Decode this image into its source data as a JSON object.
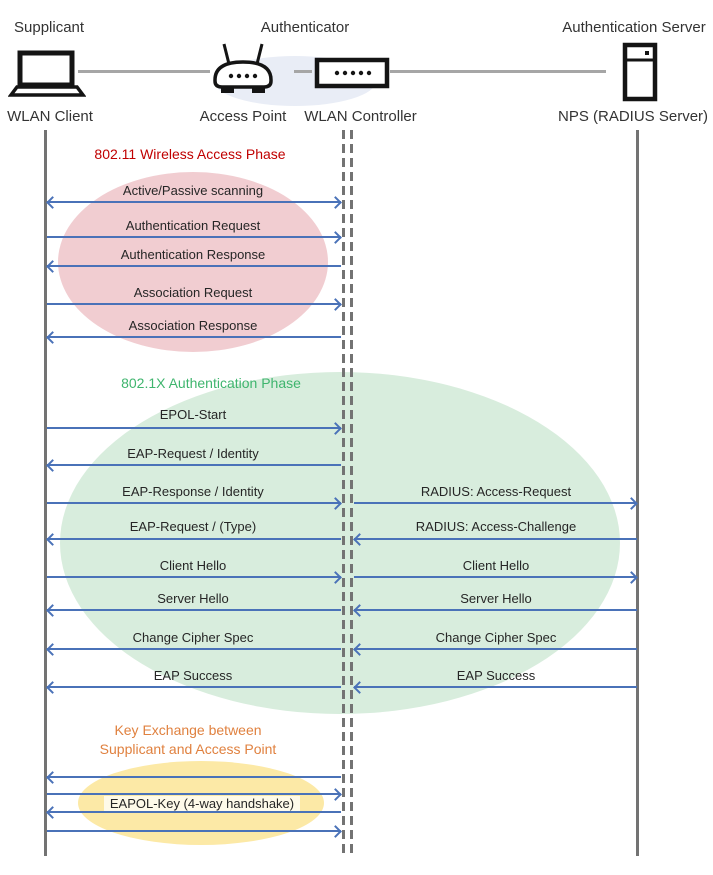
{
  "header": {
    "roles": {
      "supplicant": "Supplicant",
      "authenticator": "Authenticator",
      "server": "Authentication Server"
    },
    "devices": {
      "client": "WLAN Client",
      "access_point": "Access Point",
      "controller": "WLAN Controller",
      "server": "NPS (RADIUS Server)"
    },
    "icons": [
      "laptop-icon",
      "access-point-icon",
      "wlan-controller-icon",
      "server-icon"
    ]
  },
  "phases": {
    "wireless": {
      "title": "802.11 Wireless Access Phase",
      "color": "#c00000",
      "fill": "#f1cdd1"
    },
    "dot1x": {
      "title": "802.1X Authentication Phase",
      "color": "#3fb56e",
      "fill": "#d8eddd"
    },
    "key_exchange": {
      "title_line1": "Key Exchange between",
      "title_line2": "Supplicant and Access Point",
      "color": "#e0813f",
      "fill": "#fce9a6",
      "label": "EAPOL-Key (4-way handshake)"
    }
  },
  "messages": {
    "client_to_controller": [
      {
        "label": "Active/Passive scanning",
        "direction": "both"
      },
      {
        "label": "Authentication Request",
        "direction": "right"
      },
      {
        "label": "Authentication Response",
        "direction": "left"
      },
      {
        "label": "Association Request",
        "direction": "right"
      },
      {
        "label": "Association Response",
        "direction": "left"
      },
      {
        "label": "EPOL-Start",
        "direction": "right"
      },
      {
        "label": "EAP-Request / Identity",
        "direction": "left"
      },
      {
        "label": "EAP-Response / Identity",
        "direction": "right"
      },
      {
        "label": "EAP-Request / (Type)",
        "direction": "left"
      },
      {
        "label": "Client Hello",
        "direction": "right"
      },
      {
        "label": "Server Hello",
        "direction": "left"
      },
      {
        "label": "Change Cipher Spec",
        "direction": "left"
      },
      {
        "label": "EAP Success",
        "direction": "left"
      }
    ],
    "controller_to_server": [
      {
        "label": "RADIUS: Access-Request",
        "direction": "right"
      },
      {
        "label": "RADIUS: Access-Challenge",
        "direction": "left"
      },
      {
        "label": "Client Hello",
        "direction": "right"
      },
      {
        "label": "Server Hello",
        "direction": "left"
      },
      {
        "label": "Change Cipher Spec",
        "direction": "left"
      },
      {
        "label": "EAP Success",
        "direction": "left"
      }
    ],
    "key_exchange_arrows": [
      {
        "direction": "left"
      },
      {
        "direction": "right"
      },
      {
        "direction": "left"
      },
      {
        "direction": "right"
      }
    ]
  },
  "colors": {
    "arrow": "#4a72b8",
    "lifeline": "#737373",
    "connector": "#a6a6a6",
    "authenticator_ellipse": "#e9edf6",
    "wireless_phase_fill": "#f1cdd1",
    "dot1x_phase_fill": "#d8eddd",
    "key_phase_fill": "#fce9a6",
    "wireless_title": "#c00000",
    "dot1x_title": "#3fb56e",
    "key_title": "#e0813f"
  }
}
